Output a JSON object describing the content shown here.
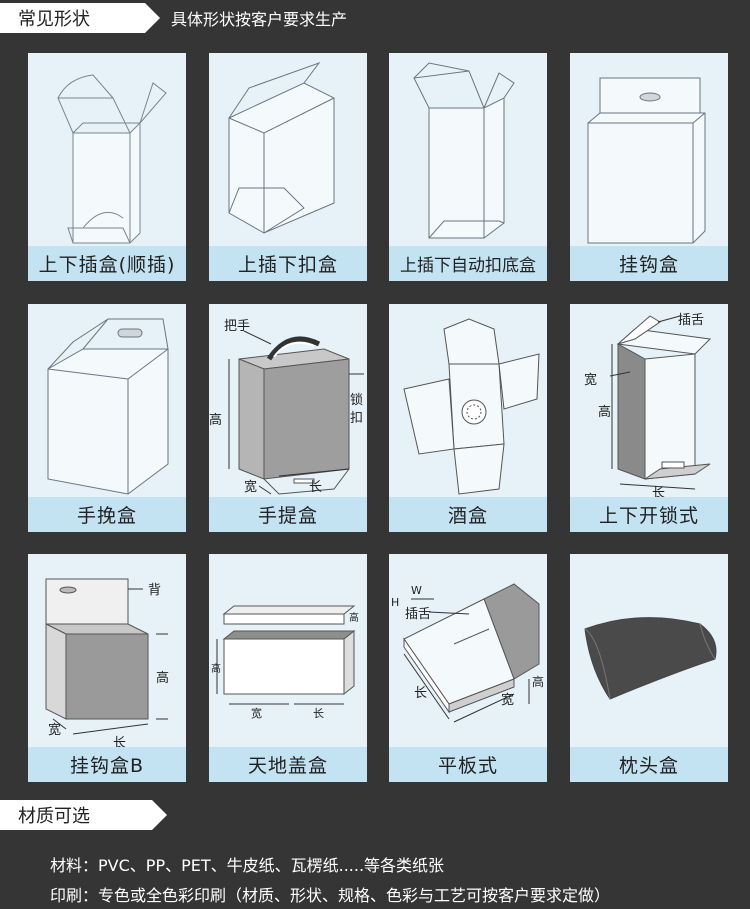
{
  "shapes_section": {
    "title": "常见形状",
    "subtitle": "具体形状按客户要求生产"
  },
  "boxes": [
    {
      "label": "上下插盒(顺插)"
    },
    {
      "label": "上插下扣盒"
    },
    {
      "label": "上插下自动扣底盒"
    },
    {
      "label": "挂钩盒"
    },
    {
      "label": "手挽盒"
    },
    {
      "label": "手提盒",
      "annotations": {
        "handle": "把手",
        "height": "高",
        "lock": "锁",
        "lock2": "扣",
        "width": "宽",
        "length": "长"
      }
    },
    {
      "label": "酒盒"
    },
    {
      "label": "上下开锁式",
      "annotations": {
        "tongue": "插舌",
        "width": "宽",
        "height": "高",
        "length": "长"
      }
    },
    {
      "label": "挂钩盒B",
      "annotations": {
        "back": "背",
        "height": "高",
        "width": "宽",
        "length": "长"
      }
    },
    {
      "label": "天地盖盒",
      "annotations": {
        "height_top": "高",
        "height_bottom": "高",
        "width": "宽",
        "length": "长"
      }
    },
    {
      "label": "平板式",
      "annotations": {
        "w": "W",
        "h": "H",
        "tongue": "插舌",
        "length": "长",
        "width": "宽",
        "height": "高"
      }
    },
    {
      "label": "枕头盒"
    }
  ],
  "materials_section": {
    "title": "材质可选",
    "material_key": "材料",
    "material_value": "PVC、PP、PET、牛皮纸、瓦楞纸.....等各类纸张",
    "print_key": "印刷",
    "print_value": "专色或全色彩印刷（材质、形状、规格、色彩与工艺可按客户要求定做）"
  },
  "colors": {
    "background": "#353535",
    "card": "#e6f2f8",
    "label_bar": "#c3e2f2"
  }
}
